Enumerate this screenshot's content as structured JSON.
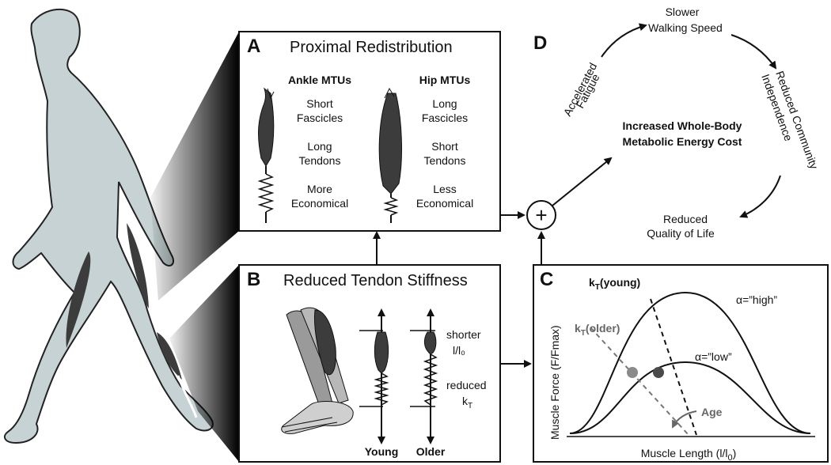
{
  "panel_a": {
    "letter": "A",
    "title": "Proximal Redistribution",
    "ankle": {
      "heading": "Ankle MTUs",
      "lines": [
        "Short",
        "Fascicles",
        "Long",
        "Tendons",
        "More",
        "Economical"
      ]
    },
    "hip": {
      "heading": "Hip MTUs",
      "lines": [
        "Long",
        "Fascicles",
        "Short",
        "Tendons",
        "Less",
        "Economical"
      ]
    }
  },
  "panel_b": {
    "letter": "B",
    "title": "Reduced Tendon Stiffness",
    "young": "Young",
    "older": "Older",
    "shorter": "shorter",
    "ratio": "l/l₀",
    "reduced": "reduced",
    "kt_main": "k",
    "kt_sub": "T"
  },
  "panel_c": {
    "letter": "C",
    "xlabel_main": "Muscle Length (l/l",
    "xlabel_sub": "0",
    "xlabel_end": ")",
    "ylabel": "Muscle Force (F/Fmax)",
    "kt_young_main": "k",
    "kt_young_sub": "T",
    "kt_young_rest": "(young)",
    "kt_older_main": "k",
    "kt_older_sub": "T",
    "kt_older_rest": "(older)",
    "alpha_high": "α=”high”",
    "alpha_low": "α=”low”",
    "age": "Age"
  },
  "panel_d": {
    "letter": "D",
    "center_line1": "Increased Whole-Body",
    "center_line2": "Metabolic Energy Cost",
    "slower1": "Slower",
    "slower2": "Walking Speed",
    "reduced_ci1": "Reduced Community",
    "reduced_ci2": "Independence",
    "qol1": "Reduced",
    "qol2": "Quality of Life",
    "fatigue1": "Accelerated",
    "fatigue2": "Fatigue"
  },
  "plus_symbol": "+",
  "colors": {
    "figure_fill": "#c6d2d3",
    "muscle": "#3c3c3c",
    "gray_marker": "#8a8a8a",
    "dark_marker": "#4a4a4a",
    "gray_line": "#777777"
  }
}
